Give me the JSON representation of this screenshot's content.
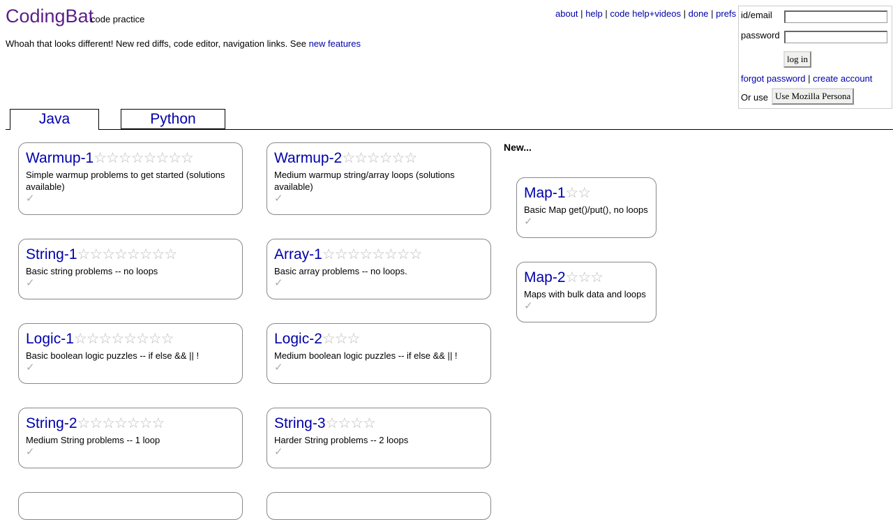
{
  "header": {
    "logo": "CodingBat",
    "tagline": "code practice",
    "notice_text": "Whoah that looks different! New red diffs, code editor, navigation links. See",
    "notice_link": "new features"
  },
  "topnav": [
    "about",
    "help",
    "code help+videos",
    "done",
    "prefs"
  ],
  "login": {
    "id_label": "id/email",
    "password_label": "password",
    "login_button": "log in",
    "forgot_link": "forgot password",
    "create_link": "create account",
    "or_use": "Or use",
    "persona_button": "Use Mozilla Persona"
  },
  "tabs": [
    {
      "label": "Java",
      "active": true
    },
    {
      "label": "Python",
      "active": false
    }
  ],
  "new_section": {
    "heading": "New..."
  },
  "sections": [
    {
      "title": "Warmup-1",
      "stars": 8,
      "desc": "Simple warmup problems to get started (solutions available)"
    },
    {
      "title": "Warmup-2",
      "stars": 6,
      "desc": "Medium warmup string/array loops (solutions available)"
    },
    {
      "title": "String-1",
      "stars": 8,
      "desc": "Basic string problems -- no loops"
    },
    {
      "title": "Array-1",
      "stars": 8,
      "desc": "Basic array problems -- no loops."
    },
    {
      "title": "Logic-1",
      "stars": 8,
      "desc": "Basic boolean logic puzzles -- if else && || !"
    },
    {
      "title": "Logic-2",
      "stars": 3,
      "desc": "Medium boolean logic puzzles -- if else && || !"
    },
    {
      "title": "String-2",
      "stars": 7,
      "desc": "Medium String problems -- 1 loop"
    },
    {
      "title": "String-3",
      "stars": 4,
      "desc": "Harder String problems -- 2 loops"
    }
  ],
  "new_sections": [
    {
      "title": "Map-1",
      "stars": 2,
      "desc": "Basic Map get()/put(), no loops"
    },
    {
      "title": "Map-2",
      "stars": 3,
      "desc": "Maps with bulk data and loops"
    }
  ],
  "icons": {
    "star": "star-outline-icon",
    "check": "checkmark-icon"
  }
}
